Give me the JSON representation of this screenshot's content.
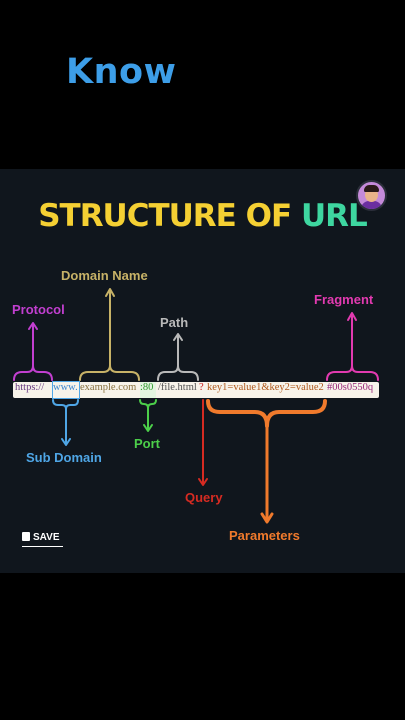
{
  "header": {
    "word": "Know"
  },
  "diagram": {
    "title_part1": "STRUCTURE OF ",
    "title_part2": "URL",
    "url_segments": {
      "protocol": "https://",
      "subdomain": "www.",
      "domain": "example.com",
      "port": ":80",
      "path": "/file.html",
      "query_mark": "?",
      "parameters": "key1=value1&key2=value2",
      "fragment": "#00s0550q"
    },
    "labels": {
      "protocol": "Protocol",
      "domain_name": "Domain Name",
      "path": "Path",
      "fragment": "Fragment",
      "sub_domain": "Sub Domain",
      "port": "Port",
      "query": "Query",
      "parameters": "Parameters"
    },
    "colors": {
      "protocol": "#c23fd0",
      "domain_name": "#c7b267",
      "path": "#b9b9b9",
      "fragment": "#e23ab0",
      "sub_domain": "#4fa6e6",
      "port": "#4ccf4a",
      "query": "#d62b22",
      "parameters": "#f07a2c",
      "title_yellow": "#f5d033",
      "title_green": "#3ed6a0"
    }
  },
  "save_button": {
    "label": "SAVE"
  }
}
